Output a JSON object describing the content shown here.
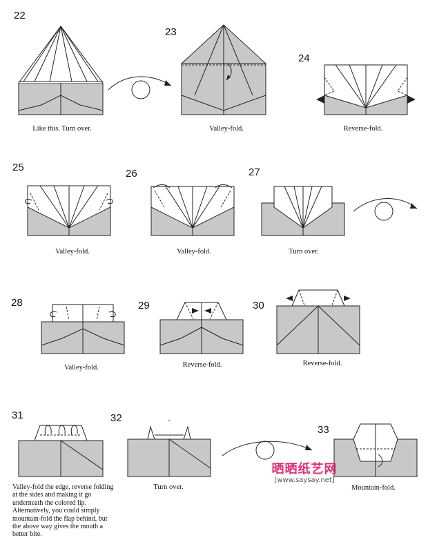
{
  "steps": [
    {
      "num": "22",
      "caption": "Like this.  Turn over."
    },
    {
      "num": "23",
      "caption": "Valley-fold."
    },
    {
      "num": "24",
      "caption": "Reverse-fold."
    },
    {
      "num": "25",
      "caption": "Valley-fold."
    },
    {
      "num": "26",
      "caption": "Valley-fold."
    },
    {
      "num": "27",
      "caption": "Turn over."
    },
    {
      "num": "28",
      "caption": "Valley-fold."
    },
    {
      "num": "29",
      "caption": "Reverse-fold."
    },
    {
      "num": "30",
      "caption": "Reverse-fold."
    },
    {
      "num": "31",
      "caption": "Valley-fold the edge, reverse folding at the sides and making it go underneath the colored lip. Alternatively, you could simply mountain-fold the flap behind, but the above way gives the mouth a better bite."
    },
    {
      "num": "32",
      "caption": "Turn over."
    },
    {
      "num": "33",
      "caption": "Mountain-fold."
    }
  ],
  "watermark": {
    "title": "晒晒纸艺网",
    "url": "[www.saysay.net]"
  }
}
